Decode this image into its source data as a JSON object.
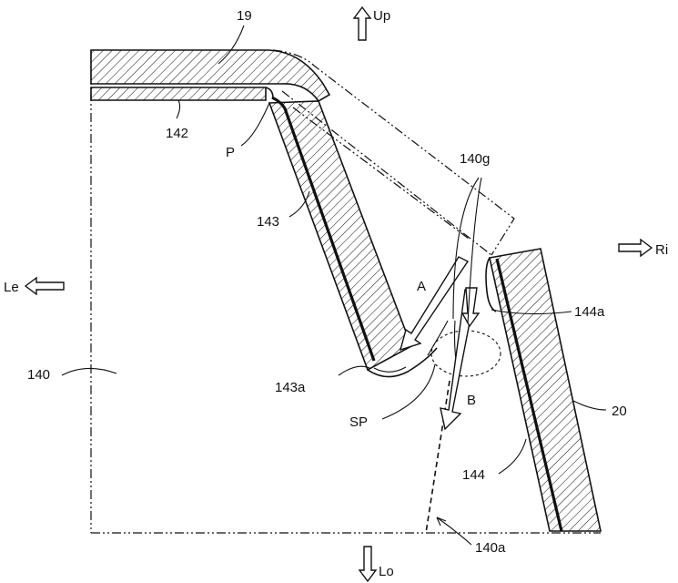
{
  "labels": {
    "part_19": "19",
    "part_142": "142",
    "point_p": "P",
    "part_143": "143",
    "part_143a": "143a",
    "label_140g": "140g",
    "arrow_a": "A",
    "arrow_b": "B",
    "label_sp": "SP",
    "part_144a": "144a",
    "part_144": "144",
    "part_20": "20",
    "part_140": "140",
    "label_140a": "140a"
  },
  "directions": {
    "up": "Up",
    "lower": "Lo",
    "left": "Le",
    "right": "Ri"
  }
}
